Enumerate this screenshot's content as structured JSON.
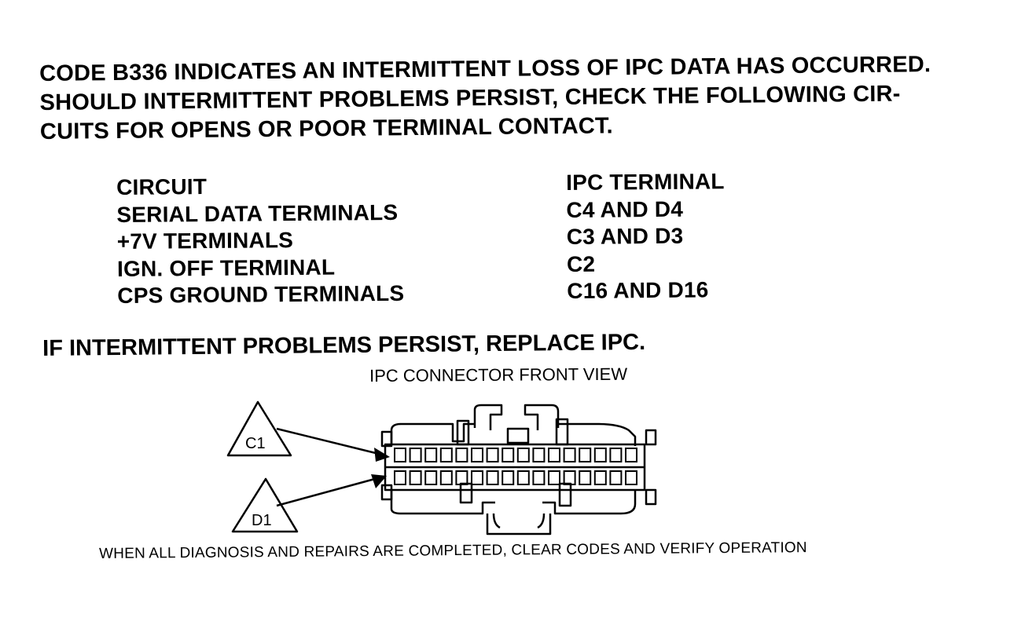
{
  "intro": {
    "line1": "CODE B336 INDICATES AN INTERMITTENT LOSS OF IPC DATA HAS OCCURRED.",
    "line2": "SHOULD INTERMITTENT PROBLEMS PERSIST, CHECK THE FOLLOWING CIR-",
    "line3": "CUITS FOR OPENS OR POOR TERMINAL CONTACT."
  },
  "table": {
    "headers": {
      "circuit": "CIRCUIT",
      "terminal": "IPC TERMINAL"
    },
    "rows": [
      {
        "circuit": "SERIAL DATA TERMINALS",
        "terminal": "C4 AND D4"
      },
      {
        "circuit": "+7V TERMINALS",
        "terminal": "C3 AND D3"
      },
      {
        "circuit": "IGN. OFF TERMINAL",
        "terminal": "C2"
      },
      {
        "circuit": "CPS GROUND TERMINALS",
        "terminal": "C16 AND D16"
      }
    ]
  },
  "final_instruction": "IF INTERMITTENT PROBLEMS PERSIST, REPLACE IPC.",
  "diagram": {
    "title": "IPC CONNECTOR FRONT VIEW",
    "labels": {
      "c1": "C1",
      "d1": "D1"
    },
    "pins_per_row": 16,
    "rows": [
      "C",
      "D"
    ]
  },
  "footer": "WHEN ALL DIAGNOSIS AND REPAIRS ARE COMPLETED, CLEAR CODES AND VERIFY OPERATION"
}
